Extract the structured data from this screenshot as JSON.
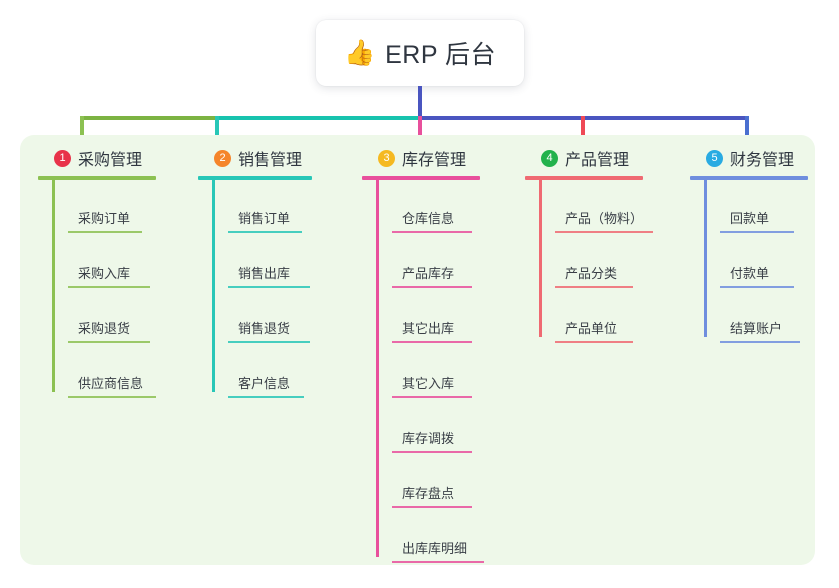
{
  "diagram": {
    "root": {
      "icon": "thumbs-up-icon",
      "emoji": "👍",
      "title": "ERP 后台"
    },
    "connector_colors": {
      "root_stem": "#4a55c0",
      "bus_green": "#7cb342",
      "bus_teal": "#17c3ae",
      "bus_blue": "#4a55c0"
    },
    "columns": [
      {
        "number": "1",
        "title": "采购管理",
        "badge_color": "#e8334a",
        "line_color": "#8cc152",
        "rule_width": 118,
        "items": [
          {
            "label": "采购订单",
            "rule_width": 74
          },
          {
            "label": "采购入库",
            "rule_width": 82
          },
          {
            "label": "采购退货",
            "rule_width": 82
          },
          {
            "label": "供应商信息",
            "rule_width": 88
          }
        ]
      },
      {
        "number": "2",
        "title": "销售管理",
        "badge_color": "#f5852a",
        "line_color": "#28c7b7",
        "rule_width": 114,
        "items": [
          {
            "label": "销售订单",
            "rule_width": 74
          },
          {
            "label": "销售出库",
            "rule_width": 82
          },
          {
            "label": "销售退货",
            "rule_width": 82
          },
          {
            "label": "客户信息",
            "rule_width": 76
          }
        ]
      },
      {
        "number": "3",
        "title": "库存管理",
        "badge_color": "#f5b921",
        "line_color": "#e8509c",
        "rule_width": 118,
        "items": [
          {
            "label": "仓库信息",
            "rule_width": 80
          },
          {
            "label": "产品库存",
            "rule_width": 80
          },
          {
            "label": "其它出库",
            "rule_width": 80
          },
          {
            "label": "其它入库",
            "rule_width": 80
          },
          {
            "label": "库存调拨",
            "rule_width": 80
          },
          {
            "label": "库存盘点",
            "rule_width": 80
          },
          {
            "label": "出库库明细",
            "rule_width": 92
          }
        ]
      },
      {
        "number": "4",
        "title": "产品管理",
        "badge_color": "#22b24c",
        "line_color": "#ef6a72",
        "rule_width": 118,
        "items": [
          {
            "label": "产品（物料）",
            "rule_width": 98
          },
          {
            "label": "产品分类",
            "rule_width": 78
          },
          {
            "label": "产品单位",
            "rule_width": 78
          }
        ]
      },
      {
        "number": "5",
        "title": "财务管理",
        "badge_color": "#29abe2",
        "line_color": "#6f8ede",
        "rule_width": 118,
        "items": [
          {
            "label": "回款单",
            "rule_width": 74
          },
          {
            "label": "付款单",
            "rule_width": 74
          },
          {
            "label": "结算账户",
            "rule_width": 80
          }
        ]
      }
    ]
  }
}
